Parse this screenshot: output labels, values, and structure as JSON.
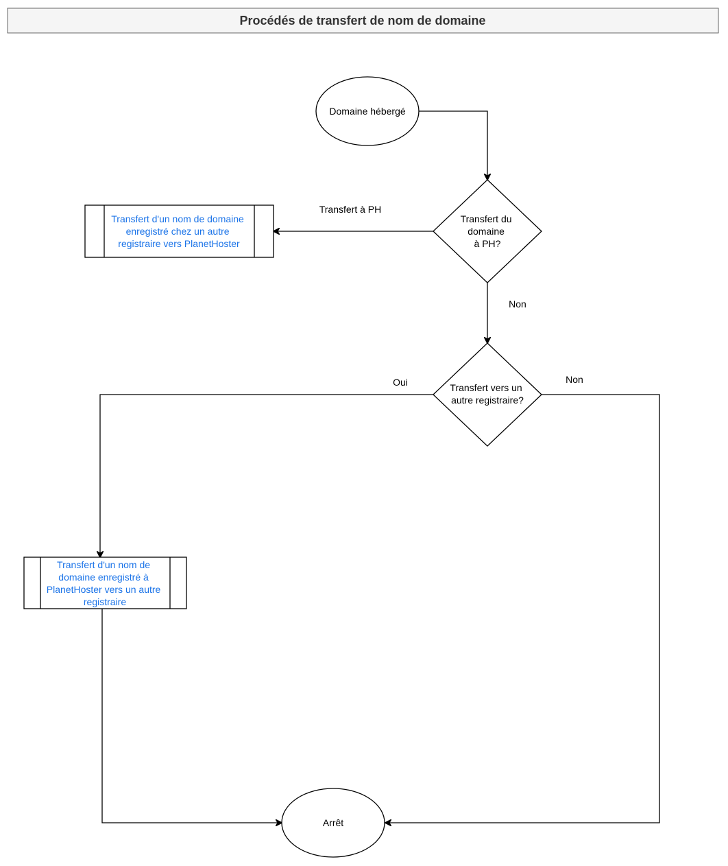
{
  "title": "Procédés de transfert de nom de domaine",
  "nodes": {
    "start": {
      "text": "Domaine hébergé"
    },
    "decision1": {
      "lines": [
        "Transfert du",
        "domaine",
        "à PH?"
      ]
    },
    "process1": {
      "lines": [
        "Transfert d'un nom de domaine",
        "enregistré chez un autre",
        "registraire vers PlanetHoster"
      ]
    },
    "decision2": {
      "lines": [
        "Transfert vers un",
        "autre registraire?"
      ]
    },
    "process2": {
      "lines": [
        "Transfert d'un nom de",
        "domaine enregistré à",
        "PlanetHoster vers un autre",
        "registraire"
      ]
    },
    "end": {
      "text": "Arrêt"
    }
  },
  "edges": {
    "transfert_ph": "Transfert à PH",
    "non_1": "Non",
    "oui": "Oui",
    "non_2": "Non"
  },
  "colors": {
    "link_text": "#1a73e8",
    "title_fill": "#f5f5f5",
    "title_text": "#333333"
  }
}
